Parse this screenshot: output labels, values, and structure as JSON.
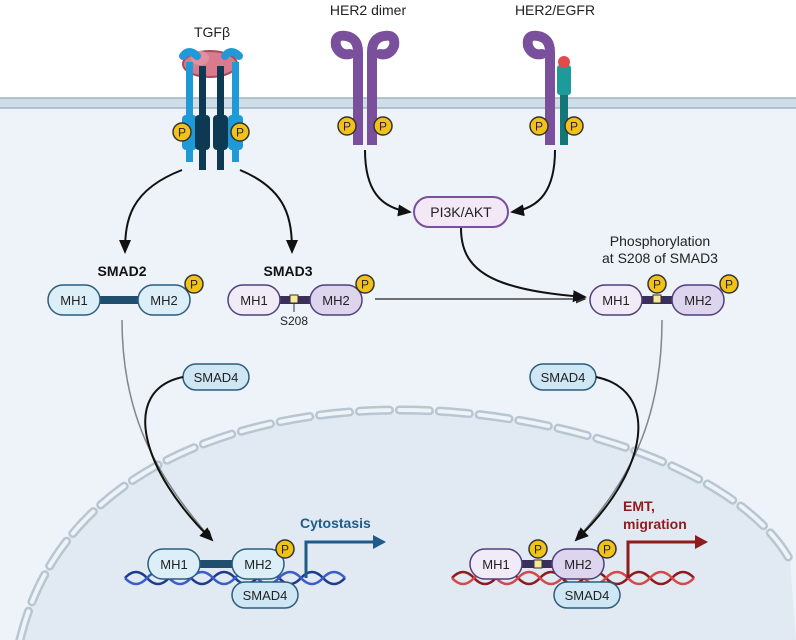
{
  "receptors": {
    "tgfb_label": "TGFβ",
    "her2_dimer_label": "HER2 dimer",
    "her2_egfr_label": "HER2/EGFR",
    "phospho": "P"
  },
  "pi3k_label": "PI3K/AKT",
  "smad2": {
    "title": "SMAD2",
    "mh1": "MH1",
    "mh2": "MH2",
    "phospho": "P"
  },
  "smad3": {
    "title": "SMAD3",
    "mh1": "MH1",
    "mh2": "MH2",
    "phospho": "P",
    "site": "S208"
  },
  "phosphorylation_note": {
    "line1": "Phosphorylation",
    "line2": "at S208 of SMAD3"
  },
  "smad3_phos": {
    "mh1": "MH1",
    "mh2": "MH2",
    "phospho": "P"
  },
  "smad4_label": "SMAD4",
  "nucleus_left": {
    "mh1": "MH1",
    "mh2": "MH2",
    "smad4": "SMAD4",
    "phospho": "P",
    "outcome": "Cytostasis"
  },
  "nucleus_right": {
    "mh1": "MH1",
    "mh2": "MH2",
    "smad4": "SMAD4",
    "phospho": "P",
    "outcome_line1": "EMT,",
    "outcome_line2": "migration"
  },
  "colors": {
    "smad2_fill": "#dceef8",
    "smad2_stroke": "#2c5d7c",
    "smad2_linker": "#1f4f6c",
    "smad3_fill": "#e8e2f4",
    "smad3_stroke": "#4f3f7a",
    "smad3_linker": "#3a2f5c",
    "phospho_fill": "#f2c21b",
    "cytostasis": "#1f5a8a",
    "emt": "#8e1c1c",
    "membrane": "#cfdde7",
    "cytoplasm": "#edf3f8",
    "nucleus": "#e1eaf2"
  }
}
